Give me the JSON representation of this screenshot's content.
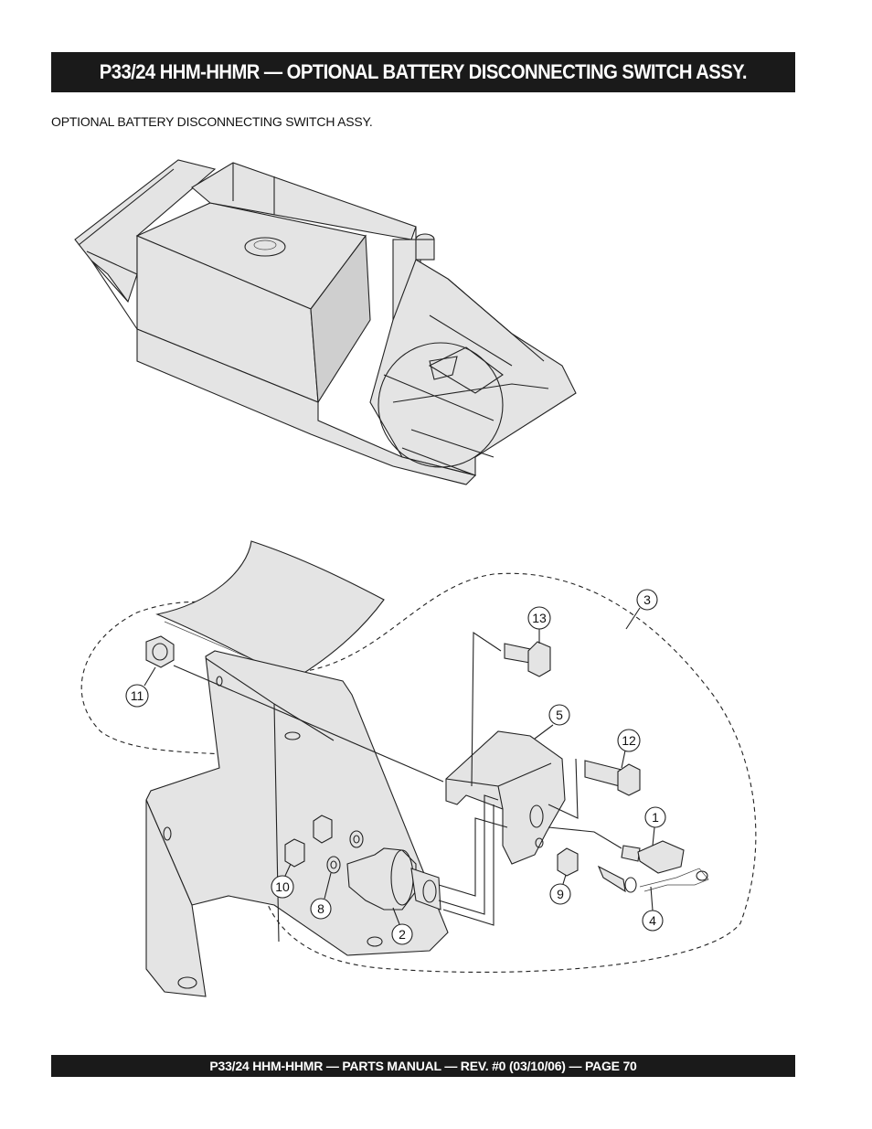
{
  "header": {
    "title": "P33/24 HHM-HHMR — OPTIONAL BATTERY DISCONNECTING SWITCH ASSY."
  },
  "section": {
    "subtitle": "OPTIONAL BATTERY DISCONNECTING SWITCH ASSY."
  },
  "callouts": [
    "1",
    "2",
    "3",
    "4",
    "5",
    "8",
    "9",
    "10",
    "11",
    "12",
    "13"
  ],
  "footer": {
    "text": "P33/24 HHM-HHMR — PARTS MANUAL — REV. #0 (03/10/06) — PAGE 70"
  }
}
